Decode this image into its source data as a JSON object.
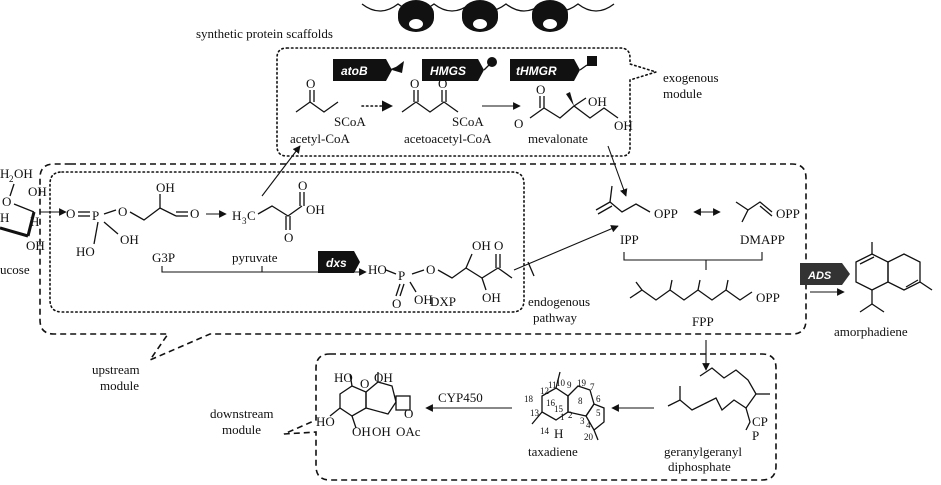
{
  "scaffold_label": "synthetic protein scaffolds",
  "genes": {
    "atoB": "atoB",
    "HMGS": "HMGS",
    "tHMGR": "tHMGR",
    "dxs": "dxs",
    "ADS": "ADS"
  },
  "modules": {
    "exogenous_line1": "exogenous",
    "exogenous_line2": "module",
    "endogenous_line1": "endogenous",
    "endogenous_line2": "pathway",
    "upstream_line1": "upstream",
    "upstream_line2": "module",
    "downstream_line1": "downstream",
    "downstream_line2": "module"
  },
  "compounds": {
    "acetyl_coa": "acetyl-CoA",
    "acetoacetyl_coa": "acetoacetyl-CoA",
    "mevalonate": "mevalonate",
    "glucose": "ucose",
    "g3p": "G3P",
    "pyruvate": "pyruvate",
    "dxp": "DXP",
    "ipp": "IPP",
    "dmapp": "DMAPP",
    "fpp": "FPP",
    "amorphadiene": "amorphadiene",
    "ggpp_line1": "geranylgeranyl",
    "ggpp_line2": "diphosphate",
    "taxadiene": "taxadiene"
  },
  "enzyme_cyp450": "CYP450",
  "atoms": {
    "scoa": "SCoA",
    "opp": "OPP",
    "oh": "OH",
    "ho": "HO",
    "o": "O",
    "p": "P",
    "h3c": "H",
    "h3c_sub": "3",
    "h3c_c": "C",
    "h": "H",
    "h2oh": "H",
    "h2oh_sub": "2",
    "h2oh_oh": "OH",
    "oac": "OAc",
    "ggpp_p1": "CP",
    "ggpp_p2": "P"
  },
  "taxadiene_numbers": [
    "18",
    "12",
    "13",
    "14",
    "10",
    "9",
    "19",
    "7",
    "16",
    "15",
    "8",
    "1",
    "2",
    "3",
    "6",
    "5",
    "4",
    "20",
    "11"
  ]
}
